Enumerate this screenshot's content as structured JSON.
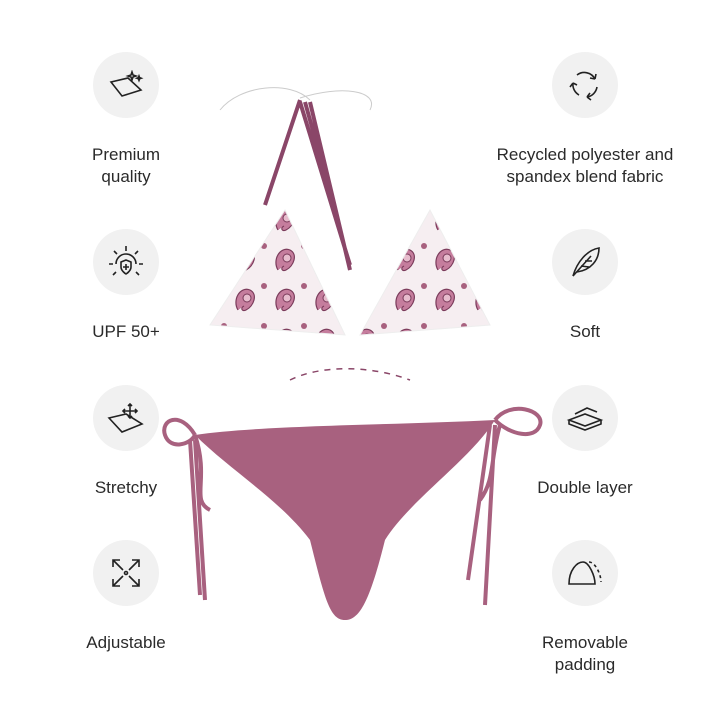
{
  "features_left": [
    {
      "label": "Premium quality",
      "line1": "Premium",
      "line2": "quality",
      "icon": "sparkle-fabric-icon"
    },
    {
      "label": "UPF 50+",
      "icon": "sun-shield-icon"
    },
    {
      "label": "Stretchy",
      "icon": "stretch-arrows-icon"
    },
    {
      "label": "Adjustable",
      "icon": "expand-arrows-icon"
    }
  ],
  "features_right": [
    {
      "label": "Recycled polyester and spandex blend fabric",
      "line1": "Recycled polyester and",
      "line2": "spandex blend fabric",
      "icon": "recycle-icon"
    },
    {
      "label": "Soft",
      "icon": "feather-icon"
    },
    {
      "label": "Double layer",
      "icon": "layers-icon"
    },
    {
      "label": "Removable padding",
      "line1": "Removable",
      "line2": "padding",
      "icon": "padding-icon"
    }
  ],
  "colors": {
    "bottom": "#a8617f",
    "paisley_dark": "#7a3a5a",
    "paisley_mid": "#c57d9d",
    "icon_bg": "#f1f1f1"
  }
}
